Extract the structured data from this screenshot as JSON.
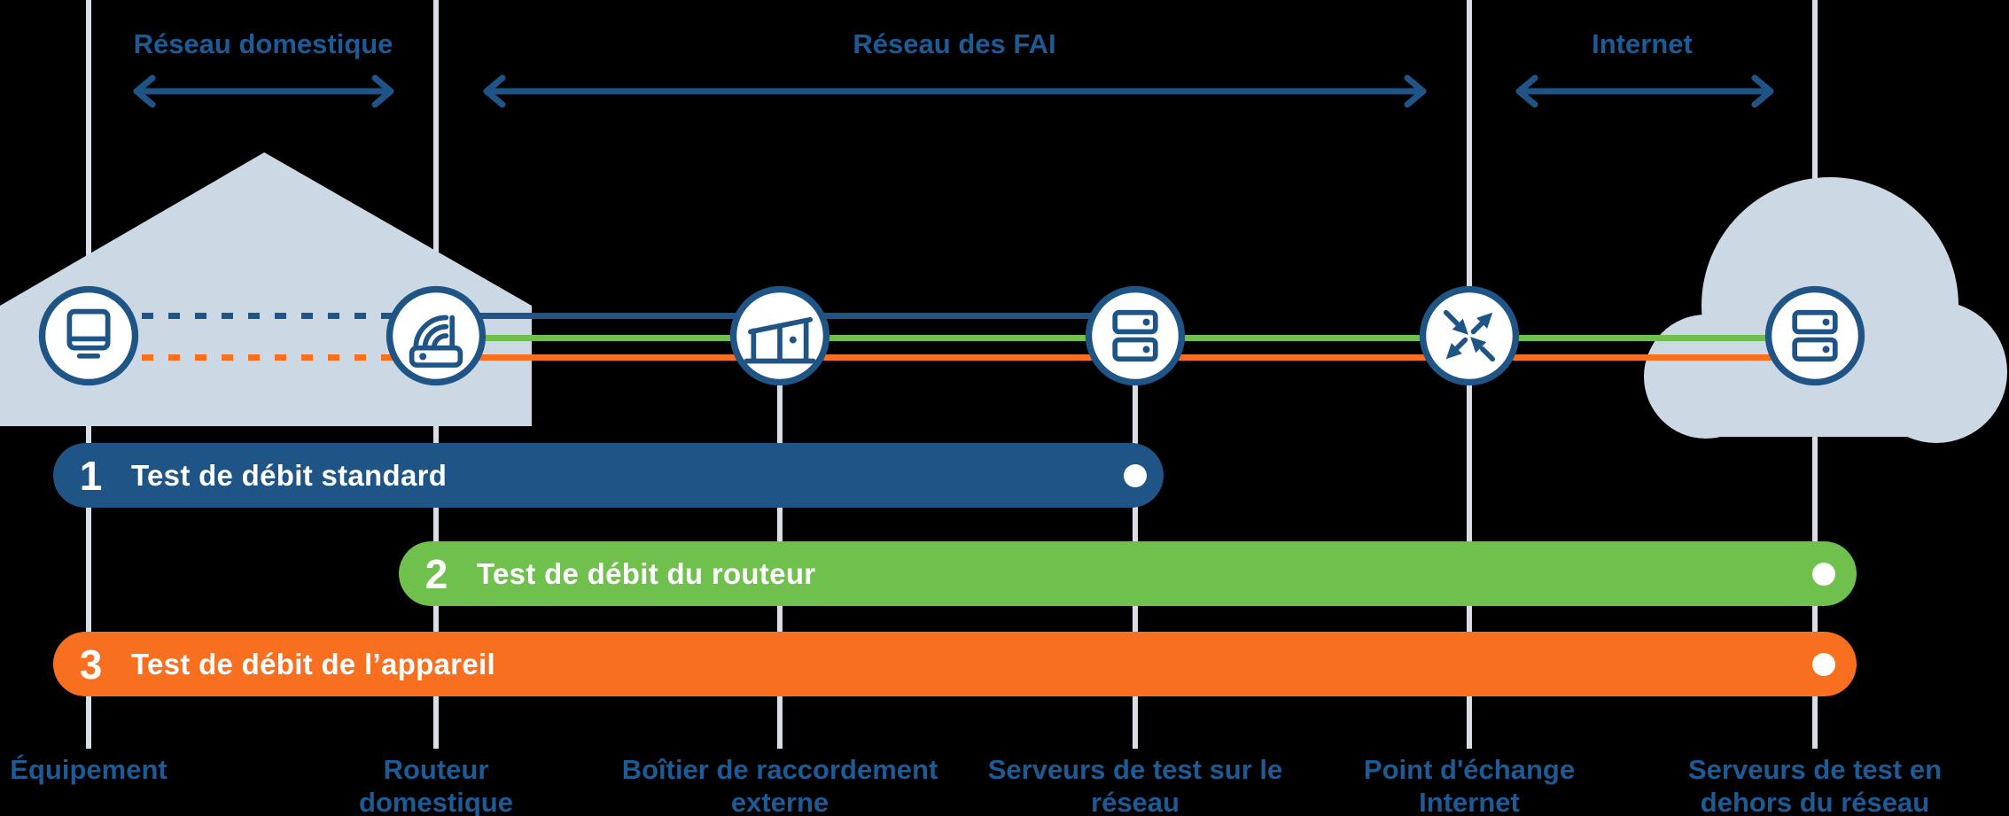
{
  "colors": {
    "background": "#000000",
    "blue": "#1f5486",
    "text_blue": "#1d5b97",
    "green": "#6fc04c",
    "orange": "#f8701f",
    "shape_fill": "#ccd8e3",
    "line_gray": "#d8dde6",
    "white": "#ffffff"
  },
  "headers": [
    {
      "label": "Réseau domestique"
    },
    {
      "label": "Réseau des FAI"
    },
    {
      "label": "Internet"
    }
  ],
  "tests": [
    {
      "number": "1",
      "label": "Test de débit standard",
      "color": "#1f5486"
    },
    {
      "number": "2",
      "label": "Test de débit du routeur",
      "color": "#6fc04c"
    },
    {
      "number": "3",
      "label": "Test de débit de l’appareil",
      "color": "#f8701f"
    }
  ],
  "nodes": [
    {
      "label": "Équipement",
      "icon": "laptop-icon"
    },
    {
      "label": "Routeur\ndomestique",
      "icon": "wifi-router-icon"
    },
    {
      "label": "Boîtier de raccordement\nexterne",
      "icon": "street-cabinet-icon"
    },
    {
      "label": "Serveurs de test sur le\nréseau",
      "icon": "server-stack-icon"
    },
    {
      "label": "Point d'échange\nInternet",
      "icon": "exchange-arrows-icon"
    },
    {
      "label": "Serveurs de test en\ndehors du réseau",
      "icon": "server-stack-icon"
    }
  ]
}
